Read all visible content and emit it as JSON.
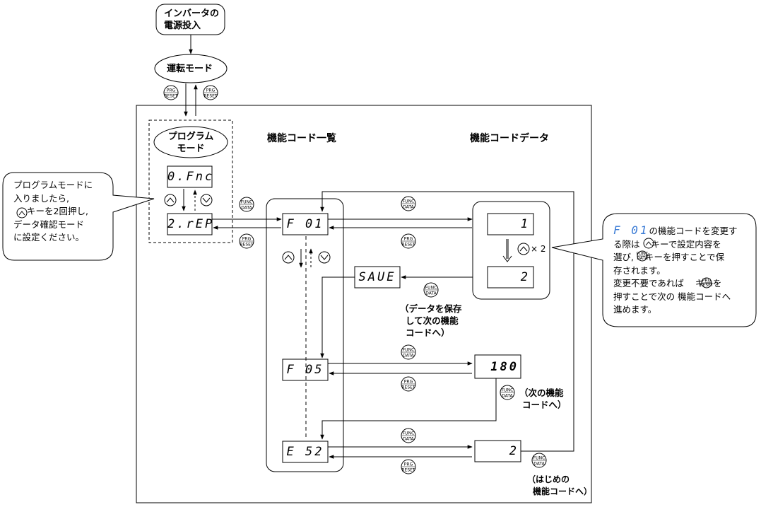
{
  "start_box": {
    "line1": "インバータの",
    "line2": "電源投入"
  },
  "run_mode": "運転モード",
  "program_mode": {
    "line1": "プログラム",
    "line2": "モード"
  },
  "section_titles": {
    "function_codes": "機能コード一覧",
    "function_data": "機能コードデータ"
  },
  "displays": {
    "fnc": "0.Fnc",
    "rep": "2.rEP",
    "f01": "F 01",
    "f05": "F 05",
    "e52": "E 52",
    "save": "SAUE",
    "data1": "1",
    "data2": "2",
    "data180": "180",
    "data_e52": "2"
  },
  "keys": {
    "prg": "PRG",
    "reset": "RESET",
    "func": "FUNC",
    "data": "DATA"
  },
  "multiplier": "× 2",
  "left_callout": {
    "lines": [
      "プログラムモードに",
      "入りましたら,",
      "キーを2回押し,",
      "データ確認モード",
      "に設定ください。"
    ]
  },
  "right_callout": {
    "code": "F 01",
    "lines": [
      "の機能コードを変更す",
      "る際は",
      "キーで設定内容を",
      "選び,",
      "キーを押すことで保",
      "存されます。",
      "変更不要であれば",
      "キーを",
      "押すことで次の 機能コードへ",
      "進めます。"
    ]
  },
  "notes": {
    "save_note": [
      "（データを保存",
      "して次の機能",
      "コードへ）"
    ],
    "next_note": [
      "（次の機能",
      "コードへ）"
    ],
    "first_note": [
      "（はじめの",
      "機能コードへ）"
    ]
  }
}
